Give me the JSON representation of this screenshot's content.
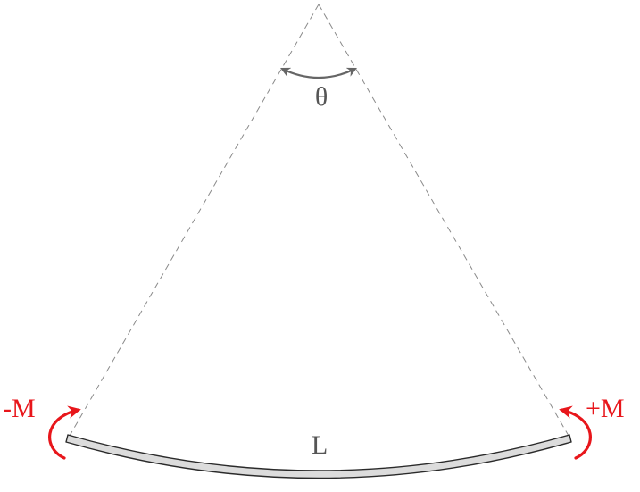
{
  "labels": {
    "angle": "θ",
    "length": "L",
    "moment_left": "-M",
    "moment_right": "+M"
  },
  "colors": {
    "construction": "#8a8a8a",
    "angle_arc": "#666666",
    "label_text": "#555555",
    "moment": "#e8161b",
    "beam_fill": "#dcdcdc",
    "beam_stroke": "#2a2a2a"
  }
}
